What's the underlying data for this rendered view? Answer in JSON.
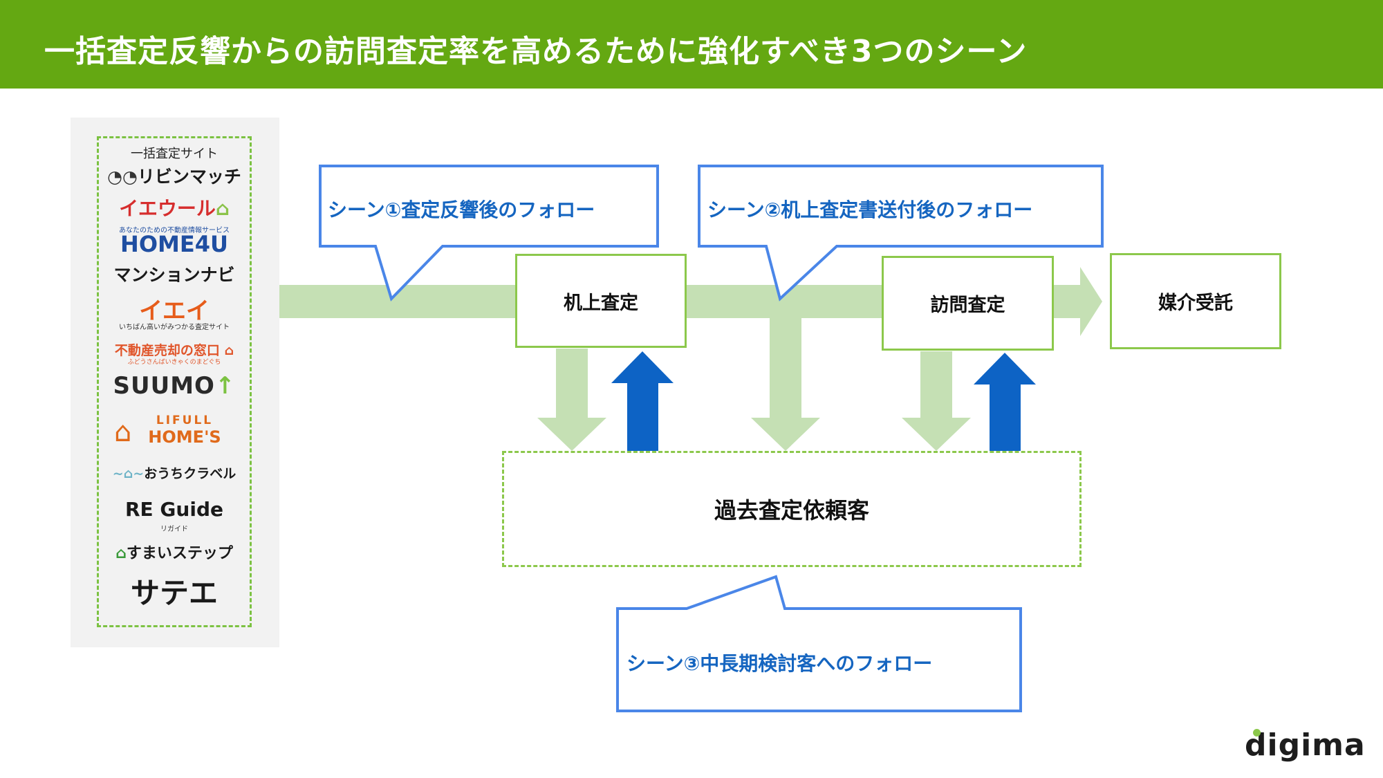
{
  "header": {
    "title": "一括査定反響からの訪問査定率を高めるために強化すべき3つのシーン"
  },
  "sidebar": {
    "heading": "一括査定サイト",
    "sites": [
      {
        "name": "リビンマッチ",
        "color": "#1a1a1a"
      },
      {
        "name": "イエウール",
        "color": "#d62e2e"
      },
      {
        "name": "HOME4U",
        "tagline": "あなたのための不動産情報サービス",
        "color": "#1f4ea1"
      },
      {
        "name": "マンションナビ",
        "color": "#1a1a1a"
      },
      {
        "name": "イエイ",
        "tagline": "いちばん高いがみつかる査定サイト",
        "color": "#e65c1a"
      },
      {
        "name": "不動産売却の窓口",
        "tagline": "ふどうさんばいきゃくのまどぐち",
        "color": "#e0552a"
      },
      {
        "name": "SUUMO",
        "color": "#2a2a2a"
      },
      {
        "name": "LIFULL",
        "name2": "HOME'S",
        "color": "#e06a1b"
      },
      {
        "name": "おうちクラベル",
        "color": "#1a1a1a"
      },
      {
        "name": "RE Guide",
        "tagline": "リガイド",
        "color": "#1a1a1a"
      },
      {
        "name": "すまいステップ",
        "color": "#1a1a1a"
      },
      {
        "name": "サテエ",
        "color": "#1a1a1a"
      }
    ]
  },
  "flow": {
    "step1": "机上査定",
    "step2": "訪問査定",
    "step3": "媒介受託",
    "past": "過去査定依頼客"
  },
  "callouts": {
    "scene1": "シーン①査定反響後のフォロー",
    "scene2": "シーン②机上査定書送付後のフォロー",
    "scene3": "シーン③中長期検討客へのフォロー"
  },
  "logo": {
    "text": "digima"
  },
  "colors": {
    "header": "#64a812",
    "flow_light": "#c5e0b4",
    "box_border": "#8cc84b",
    "callout_border": "#4a86e8",
    "up_arrow": "#0d63c5"
  }
}
